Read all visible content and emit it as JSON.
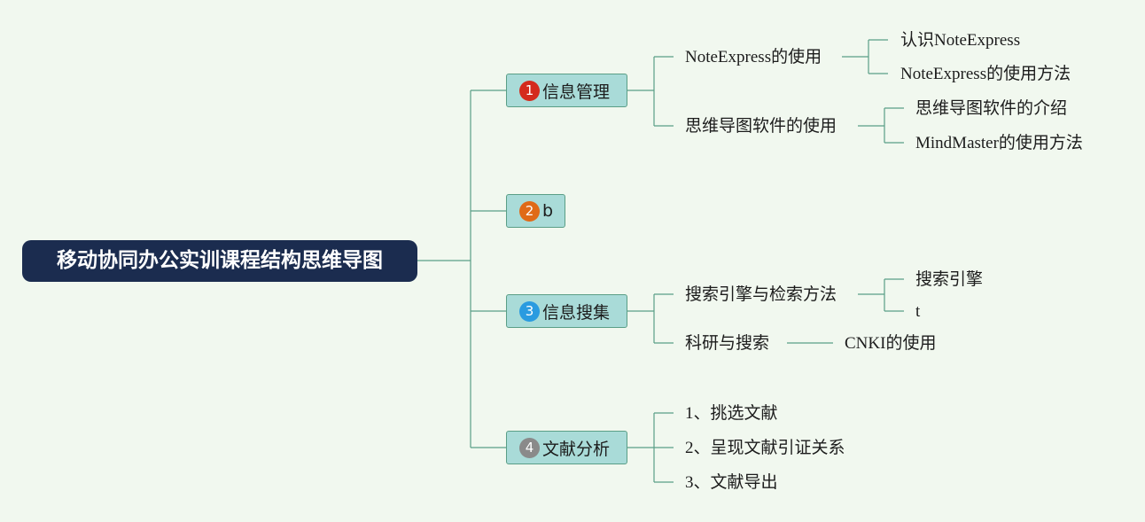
{
  "root": {
    "label": "移动协同办公实训课程结构思维导图"
  },
  "branches": [
    {
      "label": "信息管理",
      "badge": "1",
      "badge_color": "#d42a1c",
      "children": [
        {
          "label": "NoteExpress的使用",
          "children": [
            {
              "label": "认识NoteExpress"
            },
            {
              "label": "NoteExpress的使用方法"
            }
          ]
        },
        {
          "label": "思维导图软件的使用",
          "children": [
            {
              "label": "思维导图软件的介绍"
            },
            {
              "label": "MindMaster的使用方法"
            }
          ]
        }
      ]
    },
    {
      "label": "b",
      "badge": "2",
      "badge_color": "#e06a17",
      "children": []
    },
    {
      "label": "信息搜集",
      "badge": "3",
      "badge_color": "#2a9be0",
      "children": [
        {
          "label": "搜索引擎与检索方法",
          "children": [
            {
              "label": "搜索引擎"
            },
            {
              "label": "t"
            }
          ]
        },
        {
          "label": "科研与搜索",
          "children": [
            {
              "label": "CNKI的使用"
            }
          ]
        }
      ]
    },
    {
      "label": "文献分析",
      "badge": "4",
      "badge_color": "#8a8a8a",
      "children": [
        {
          "label": "1、挑选文献",
          "children": []
        },
        {
          "label": "2、呈现文献引证关系",
          "children": []
        },
        {
          "label": "3、文献导出",
          "children": []
        }
      ]
    }
  ],
  "colors": {
    "background": "#f1f8ef",
    "root_fill": "#1b2c4f",
    "branch_fill": "#a9dbd8",
    "connector": "#5a9e86"
  }
}
